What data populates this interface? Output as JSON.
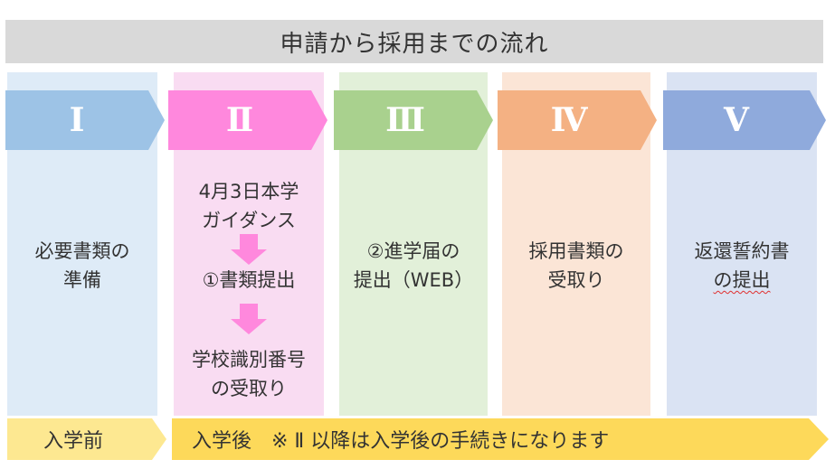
{
  "title": "申請から採用までの流れ",
  "steps": [
    {
      "numeral": "Ⅰ",
      "arrow_color": "#9dc3e6",
      "bg_color": "#deebf7",
      "lines": [
        "必要書類の",
        "準備"
      ]
    },
    {
      "numeral": "Ⅱ",
      "arrow_color": "#ff88dd",
      "bg_color": "#f9dcf2",
      "lines": [
        "4月3日本学",
        "ガイダンス",
        "①書類提出",
        "学校識別番号",
        "の受取り"
      ]
    },
    {
      "numeral": "Ⅲ",
      "arrow_color": "#a9d18e",
      "bg_color": "#e2f0d9",
      "lines": [
        "②進学届の",
        "提出（WEB）"
      ]
    },
    {
      "numeral": "Ⅳ",
      "arrow_color": "#f4b183",
      "bg_color": "#fbe5d6",
      "lines": [
        "採用書類の",
        "受取り"
      ]
    },
    {
      "numeral": "Ⅴ",
      "arrow_color": "#8faadc",
      "bg_color": "#dae3f3",
      "lines": [
        "返還誓約書",
        "の提出"
      ]
    }
  ],
  "bottom": {
    "pre": "入学前",
    "post": "入学後　※ Ⅱ 以降は入学後の手続きになります"
  }
}
